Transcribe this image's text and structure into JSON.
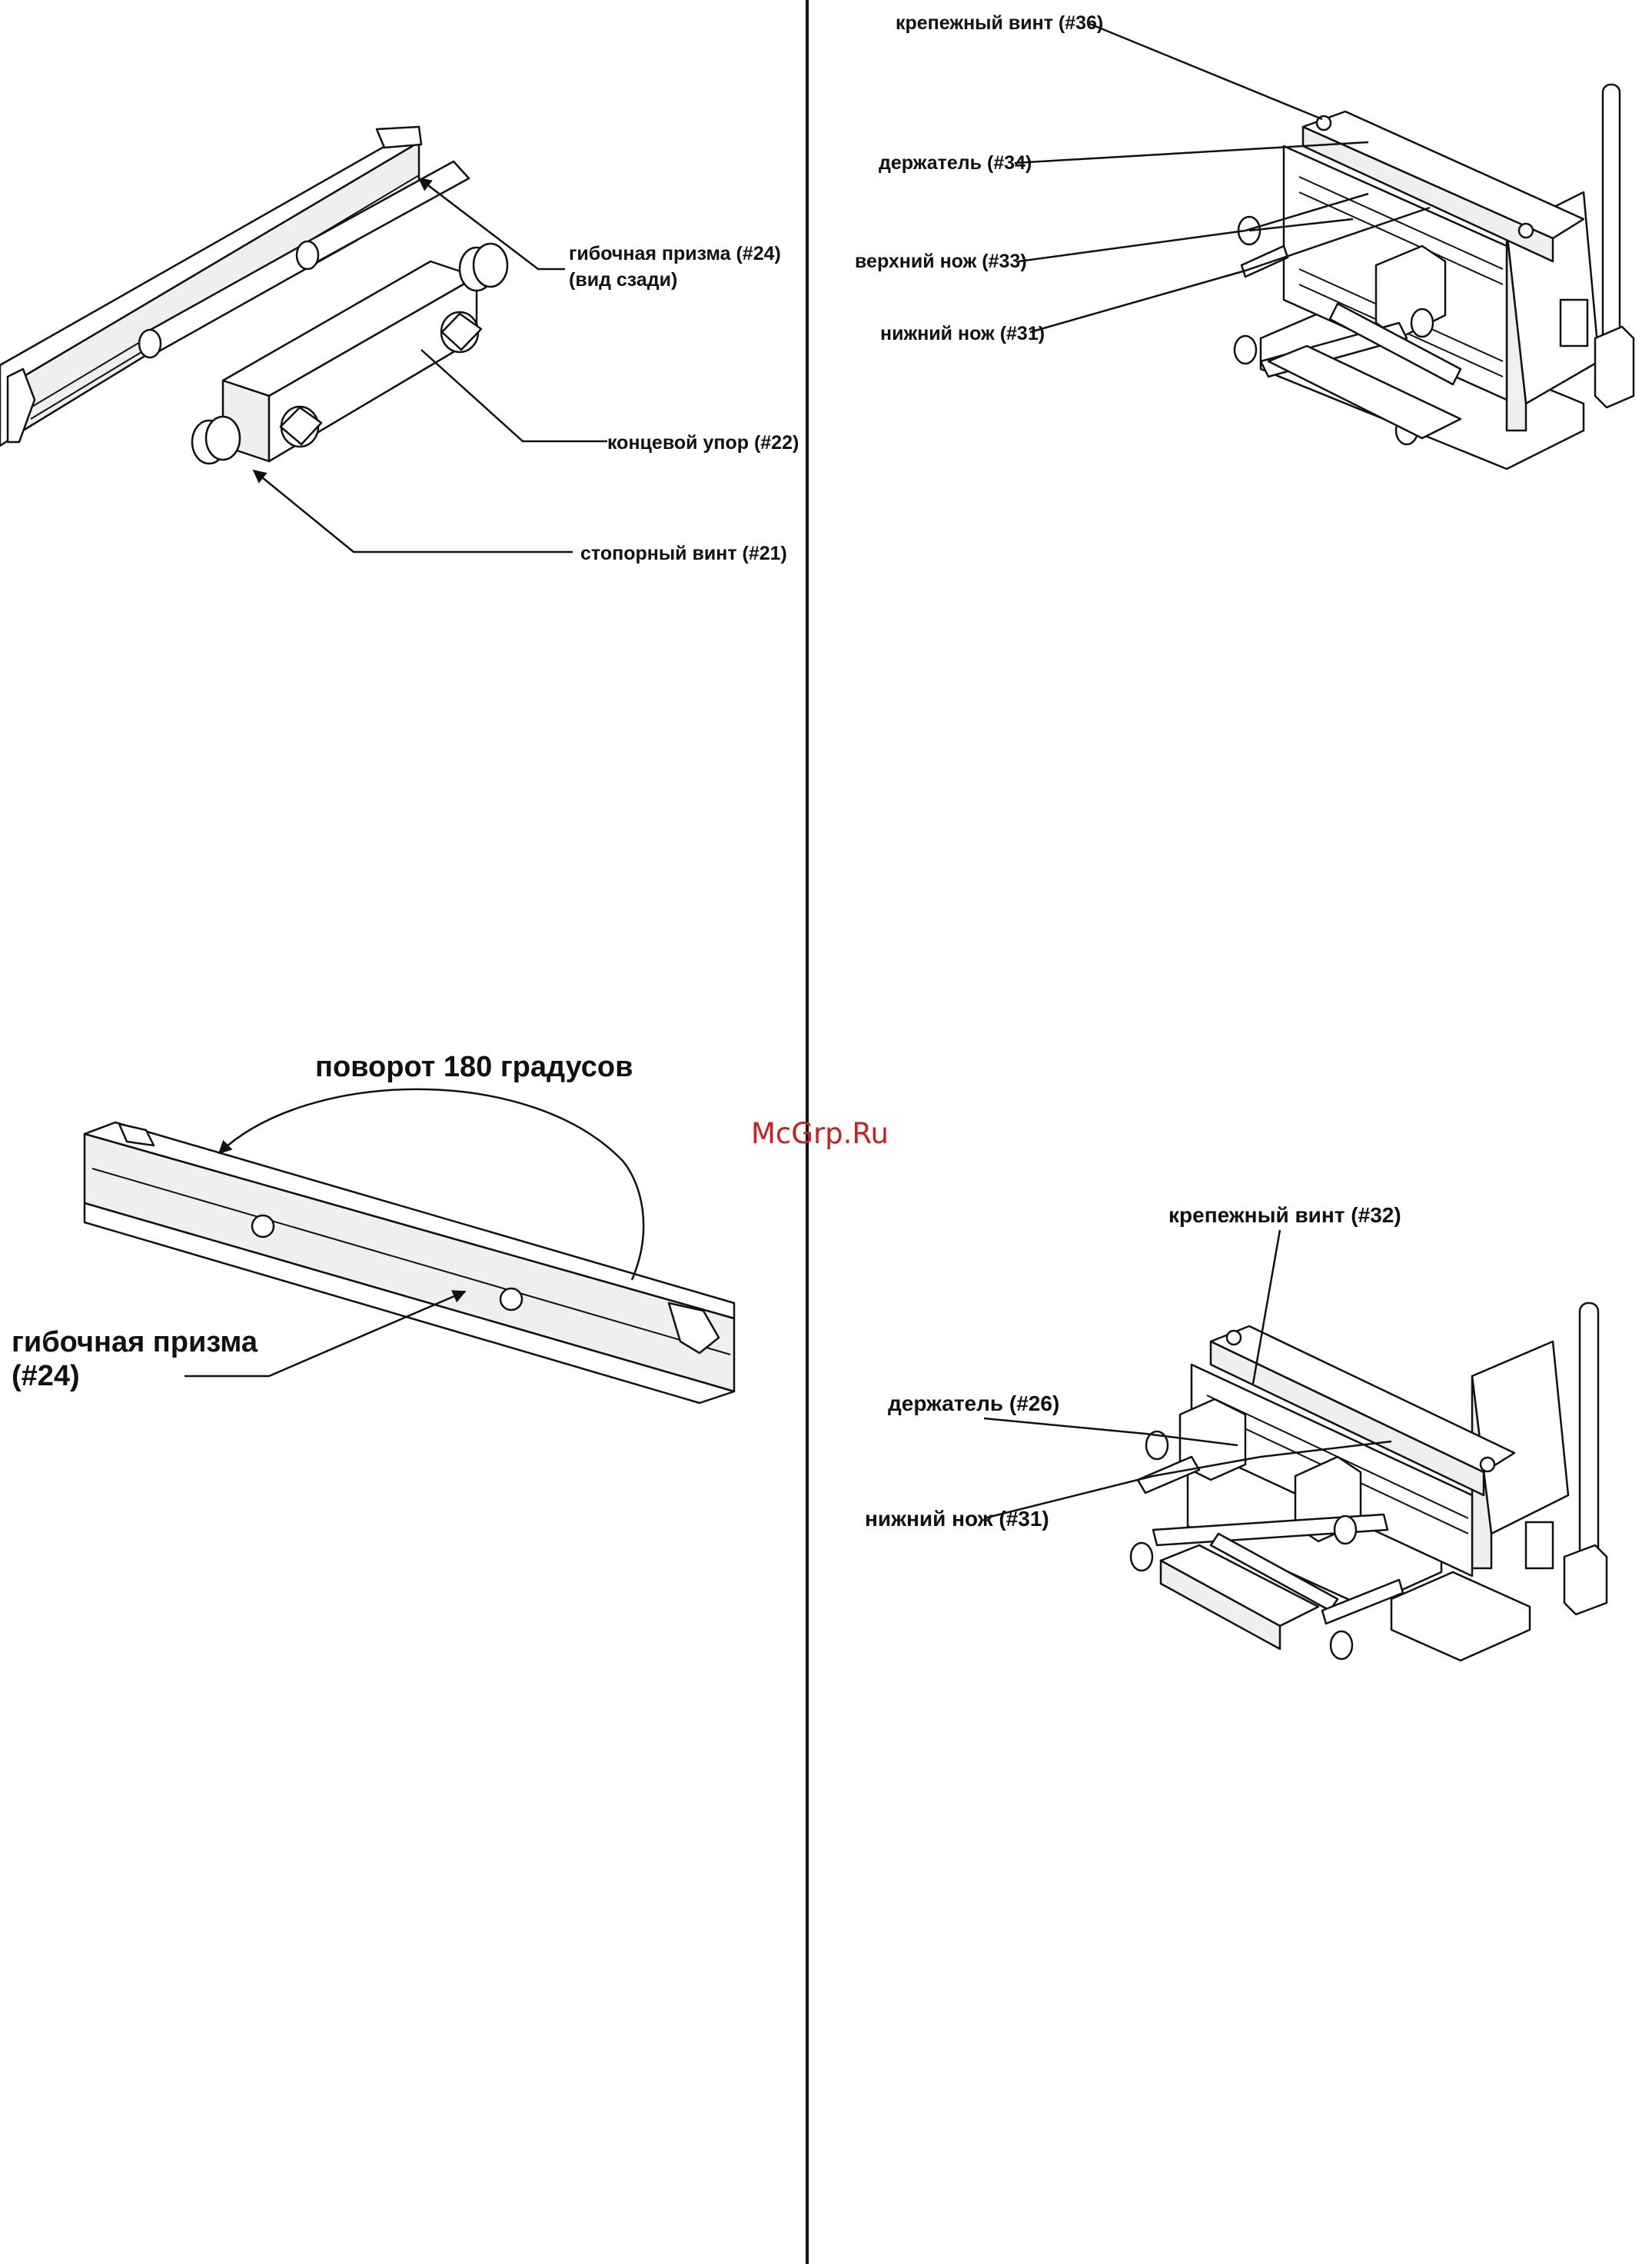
{
  "figures": {
    "bending_stop": {
      "labels": {
        "prism": "гибочная призма (#24)",
        "prism_view": "(вид сзади)",
        "end_stop": "концевой упор (#22)",
        "lock_screw": "стопорный винт (#21)"
      }
    },
    "prism_rotate": {
      "labels": {
        "rotate": "поворот 180 градусов",
        "prism_line1": "гибочная призма",
        "prism_line2": "(#24)"
      }
    },
    "shear_top": {
      "labels": {
        "fix_screw": "крепежный винт (#36)",
        "holder": "держатель (#34)",
        "upper_knife": "верхний нож (#33)",
        "lower_knife": "нижний нож (#31)"
      }
    },
    "shear_bottom": {
      "labels": {
        "fix_screw": "крепежный винт (#32)",
        "holder": "держатель (#26)",
        "lower_knife": "нижний нож (#31)"
      }
    }
  },
  "watermark": "McGrp.Ru",
  "colors": {
    "ink": "#111111",
    "watermark": "#cc1f1f",
    "background": "#ffffff"
  }
}
